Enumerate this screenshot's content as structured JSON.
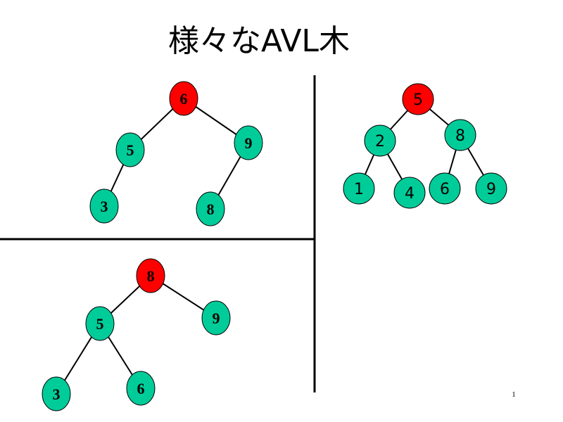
{
  "title": "様々なAVL木",
  "page_number": "1",
  "colors": {
    "root": "#ff0000",
    "node": "#00cc99",
    "line": "#000000"
  },
  "trees": [
    {
      "name": "tree-top-left",
      "font": "serif",
      "nodes": [
        {
          "id": "n6",
          "label": "6",
          "root": true
        },
        {
          "id": "n5",
          "label": "5"
        },
        {
          "id": "n9",
          "label": "9"
        },
        {
          "id": "n3",
          "label": "3"
        },
        {
          "id": "n8",
          "label": "8"
        }
      ],
      "edges": [
        [
          "n6",
          "n5"
        ],
        [
          "n6",
          "n9"
        ],
        [
          "n5",
          "n3"
        ],
        [
          "n9",
          "n8"
        ]
      ]
    },
    {
      "name": "tree-right",
      "font": "sans",
      "nodes": [
        {
          "id": "n5",
          "label": "5",
          "root": true
        },
        {
          "id": "n2",
          "label": "2"
        },
        {
          "id": "n8",
          "label": "8"
        },
        {
          "id": "n1",
          "label": "1"
        },
        {
          "id": "n4",
          "label": "4"
        },
        {
          "id": "n6",
          "label": "6"
        },
        {
          "id": "n9",
          "label": "9"
        }
      ],
      "edges": [
        [
          "n5",
          "n2"
        ],
        [
          "n5",
          "n8"
        ],
        [
          "n2",
          "n1"
        ],
        [
          "n2",
          "n4"
        ],
        [
          "n8",
          "n6"
        ],
        [
          "n8",
          "n9"
        ]
      ]
    },
    {
      "name": "tree-bottom-left",
      "font": "serif",
      "nodes": [
        {
          "id": "n8",
          "label": "8",
          "root": true
        },
        {
          "id": "n5",
          "label": "5"
        },
        {
          "id": "n9",
          "label": "9"
        },
        {
          "id": "n3",
          "label": "3"
        },
        {
          "id": "n6",
          "label": "6"
        }
      ],
      "edges": [
        [
          "n8",
          "n5"
        ],
        [
          "n8",
          "n9"
        ],
        [
          "n5",
          "n3"
        ],
        [
          "n5",
          "n6"
        ]
      ]
    }
  ]
}
